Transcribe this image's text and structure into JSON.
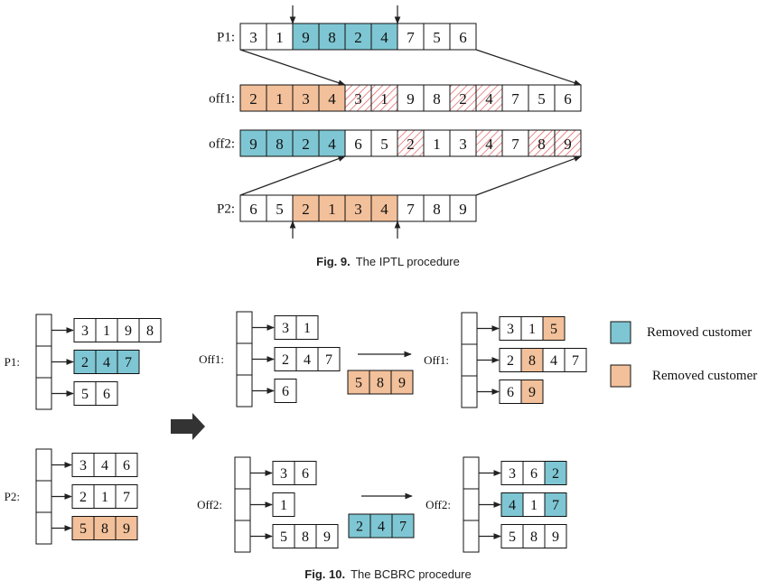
{
  "colors": {
    "blue": "#7ec6d3",
    "orange": "#f2c09a",
    "hatch": "#e05a5a",
    "outline": "#111111",
    "arrow": "#333333"
  },
  "fig9": {
    "caption_num": "Fig. 9.",
    "caption_text": "The IPTL procedure",
    "rows": [
      {
        "label": "P1:",
        "cells": [
          {
            "v": "3",
            "s": "w"
          },
          {
            "v": "1",
            "s": "w"
          },
          {
            "v": "9",
            "s": "b"
          },
          {
            "v": "8",
            "s": "b"
          },
          {
            "v": "2",
            "s": "b"
          },
          {
            "v": "4",
            "s": "b"
          },
          {
            "v": "7",
            "s": "w"
          },
          {
            "v": "5",
            "s": "w"
          },
          {
            "v": "6",
            "s": "w"
          }
        ]
      },
      {
        "label": "off1:",
        "cells": [
          {
            "v": "2",
            "s": "o"
          },
          {
            "v": "1",
            "s": "o"
          },
          {
            "v": "3",
            "s": "o"
          },
          {
            "v": "4",
            "s": "o"
          },
          {
            "v": "3",
            "s": "h"
          },
          {
            "v": "1",
            "s": "h"
          },
          {
            "v": "9",
            "s": "w"
          },
          {
            "v": "8",
            "s": "w"
          },
          {
            "v": "2",
            "s": "h"
          },
          {
            "v": "4",
            "s": "h"
          },
          {
            "v": "7",
            "s": "w"
          },
          {
            "v": "5",
            "s": "w"
          },
          {
            "v": "6",
            "s": "w"
          }
        ]
      },
      {
        "label": "off2:",
        "cells": [
          {
            "v": "9",
            "s": "b"
          },
          {
            "v": "8",
            "s": "b"
          },
          {
            "v": "2",
            "s": "b"
          },
          {
            "v": "4",
            "s": "b"
          },
          {
            "v": "6",
            "s": "w"
          },
          {
            "v": "5",
            "s": "w"
          },
          {
            "v": "2",
            "s": "h"
          },
          {
            "v": "1",
            "s": "w"
          },
          {
            "v": "3",
            "s": "w"
          },
          {
            "v": "4",
            "s": "h"
          },
          {
            "v": "7",
            "s": "w"
          },
          {
            "v": "8",
            "s": "h"
          },
          {
            "v": "9",
            "s": "h"
          }
        ]
      },
      {
        "label": "P2:",
        "cells": [
          {
            "v": "6",
            "s": "w"
          },
          {
            "v": "5",
            "s": "w"
          },
          {
            "v": "2",
            "s": "o"
          },
          {
            "v": "1",
            "s": "o"
          },
          {
            "v": "3",
            "s": "o"
          },
          {
            "v": "4",
            "s": "o"
          },
          {
            "v": "7",
            "s": "w"
          },
          {
            "v": "8",
            "s": "w"
          },
          {
            "v": "9",
            "s": "w"
          }
        ]
      }
    ]
  },
  "fig10": {
    "caption_num": "Fig. 10.",
    "caption_text": "The BCBRC procedure",
    "legend": [
      {
        "color": "b",
        "label": "Removed customer"
      },
      {
        "color": "o",
        "label": "Removed customer"
      }
    ],
    "structures": [
      {
        "label": "P1:",
        "routes": [
          [
            {
              "v": "3",
              "s": "w"
            },
            {
              "v": "1",
              "s": "w"
            },
            {
              "v": "9",
              "s": "w"
            },
            {
              "v": "8",
              "s": "w"
            }
          ],
          [
            {
              "v": "2",
              "s": "b"
            },
            {
              "v": "4",
              "s": "b"
            },
            {
              "v": "7",
              "s": "b"
            }
          ],
          [
            {
              "v": "5",
              "s": "w"
            },
            {
              "v": "6",
              "s": "w"
            }
          ]
        ]
      },
      {
        "label": "P2:",
        "routes": [
          [
            {
              "v": "3",
              "s": "w"
            },
            {
              "v": "4",
              "s": "w"
            },
            {
              "v": "6",
              "s": "w"
            }
          ],
          [
            {
              "v": "2",
              "s": "w"
            },
            {
              "v": "1",
              "s": "w"
            },
            {
              "v": "7",
              "s": "w"
            }
          ],
          [
            {
              "v": "5",
              "s": "o"
            },
            {
              "v": "8",
              "s": "o"
            },
            {
              "v": "9",
              "s": "o"
            }
          ]
        ]
      },
      {
        "label": "Off1:",
        "routes": [
          [
            {
              "v": "3",
              "s": "w"
            },
            {
              "v": "1",
              "s": "w"
            }
          ],
          [
            {
              "v": "2",
              "s": "w"
            },
            {
              "v": "4",
              "s": "w"
            },
            {
              "v": "7",
              "s": "w"
            }
          ],
          [
            {
              "v": "6",
              "s": "w"
            }
          ]
        ]
      },
      {
        "label": "Off2:",
        "routes": [
          [
            {
              "v": "3",
              "s": "w"
            },
            {
              "v": "6",
              "s": "w"
            }
          ],
          [
            {
              "v": "1",
              "s": "w"
            }
          ],
          [
            {
              "v": "5",
              "s": "w"
            },
            {
              "v": "8",
              "s": "w"
            },
            {
              "v": "9",
              "s": "w"
            }
          ]
        ]
      },
      {
        "label": "Off1:",
        "routes": [
          [
            {
              "v": "3",
              "s": "w"
            },
            {
              "v": "1",
              "s": "w"
            },
            {
              "v": "5",
              "s": "o"
            }
          ],
          [
            {
              "v": "2",
              "s": "w"
            },
            {
              "v": "8",
              "s": "o"
            },
            {
              "v": "4",
              "s": "w"
            },
            {
              "v": "7",
              "s": "w"
            }
          ],
          [
            {
              "v": "6",
              "s": "w"
            },
            {
              "v": "9",
              "s": "o"
            }
          ]
        ]
      },
      {
        "label": "Off2:",
        "routes": [
          [
            {
              "v": "3",
              "s": "w"
            },
            {
              "v": "6",
              "s": "w"
            },
            {
              "v": "2",
              "s": "b"
            }
          ],
          [
            {
              "v": "4",
              "s": "b"
            },
            {
              "v": "1",
              "s": "w"
            },
            {
              "v": "7",
              "s": "b"
            }
          ],
          [
            {
              "v": "5",
              "s": "w"
            },
            {
              "v": "8",
              "s": "w"
            },
            {
              "v": "9",
              "s": "w"
            }
          ]
        ]
      }
    ],
    "insert_groups": [
      [
        {
          "v": "5",
          "s": "o"
        },
        {
          "v": "8",
          "s": "o"
        },
        {
          "v": "9",
          "s": "o"
        }
      ],
      [
        {
          "v": "2",
          "s": "b"
        },
        {
          "v": "4",
          "s": "b"
        },
        {
          "v": "7",
          "s": "b"
        }
      ]
    ]
  }
}
